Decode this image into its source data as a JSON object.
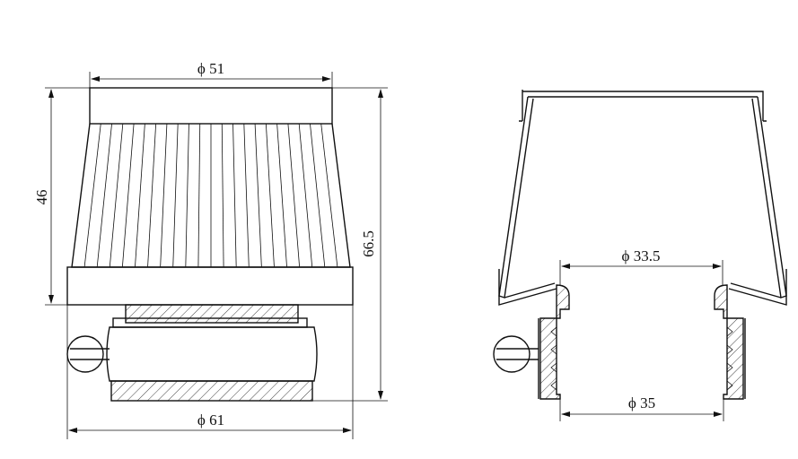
{
  "dimensions": {
    "top_diameter": "ϕ 51",
    "height_filter": "46",
    "total_height": "66.5",
    "base_diameter": "ϕ 61",
    "inner_diameter": "ϕ 33.5",
    "flange_diameter": "ϕ 35"
  }
}
